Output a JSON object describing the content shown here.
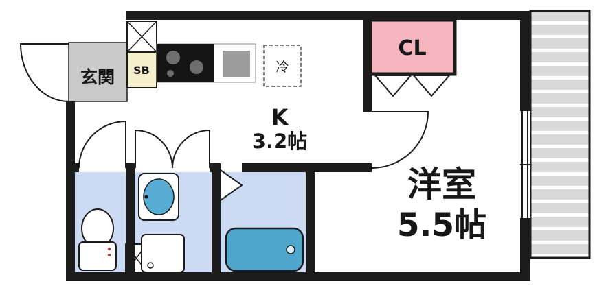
{
  "plan": {
    "type": "floorplan",
    "entrance": {
      "label": "玄関"
    },
    "shoe_box": {
      "label": "SB"
    },
    "kitchen": {
      "label": "K",
      "size": "3.2帖"
    },
    "refrigerator": {
      "label": "冷"
    },
    "closet": {
      "label": "CL"
    },
    "western_room": {
      "label": "洋室",
      "size": "5.5帖"
    },
    "fixtures": [
      "stove",
      "sink",
      "refrigerator-space",
      "toilet",
      "washbasin",
      "washing-machine",
      "bathtub",
      "balcony",
      "closet-folding-doors"
    ],
    "colors": {
      "wall": "#1c1c1c",
      "entrance_floor": "#c9c9c9",
      "shoe_box": "#f6efcc",
      "closet": "#f5b6bf",
      "wet_area": "#ccdaf3",
      "balcony": "#d9d9d9",
      "basin_blue": "#58abd2",
      "tub_blue": "#4fa5cc",
      "stove_black": "#141414",
      "sink_gray": "#9c9c9c"
    }
  }
}
